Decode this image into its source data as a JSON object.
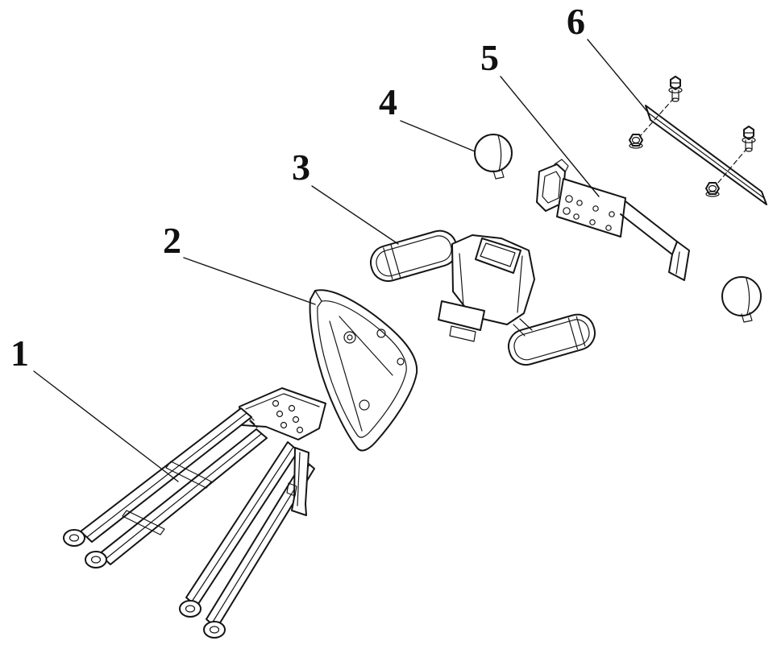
{
  "figure": {
    "type": "exploded-parts-diagram",
    "background_color": "#ffffff",
    "line_color": "#151515",
    "labels": [
      {
        "text": "1",
        "part": "frame-subassembly"
      },
      {
        "text": "2",
        "part": "triangular-cover-panel"
      },
      {
        "text": "3",
        "part": "center-lamp-assembly"
      },
      {
        "text": "4",
        "part": "round-cap-left"
      },
      {
        "text": "5",
        "part": "mounting-bracket"
      },
      {
        "text": "6",
        "part": "plate-with-fasteners"
      }
    ]
  }
}
